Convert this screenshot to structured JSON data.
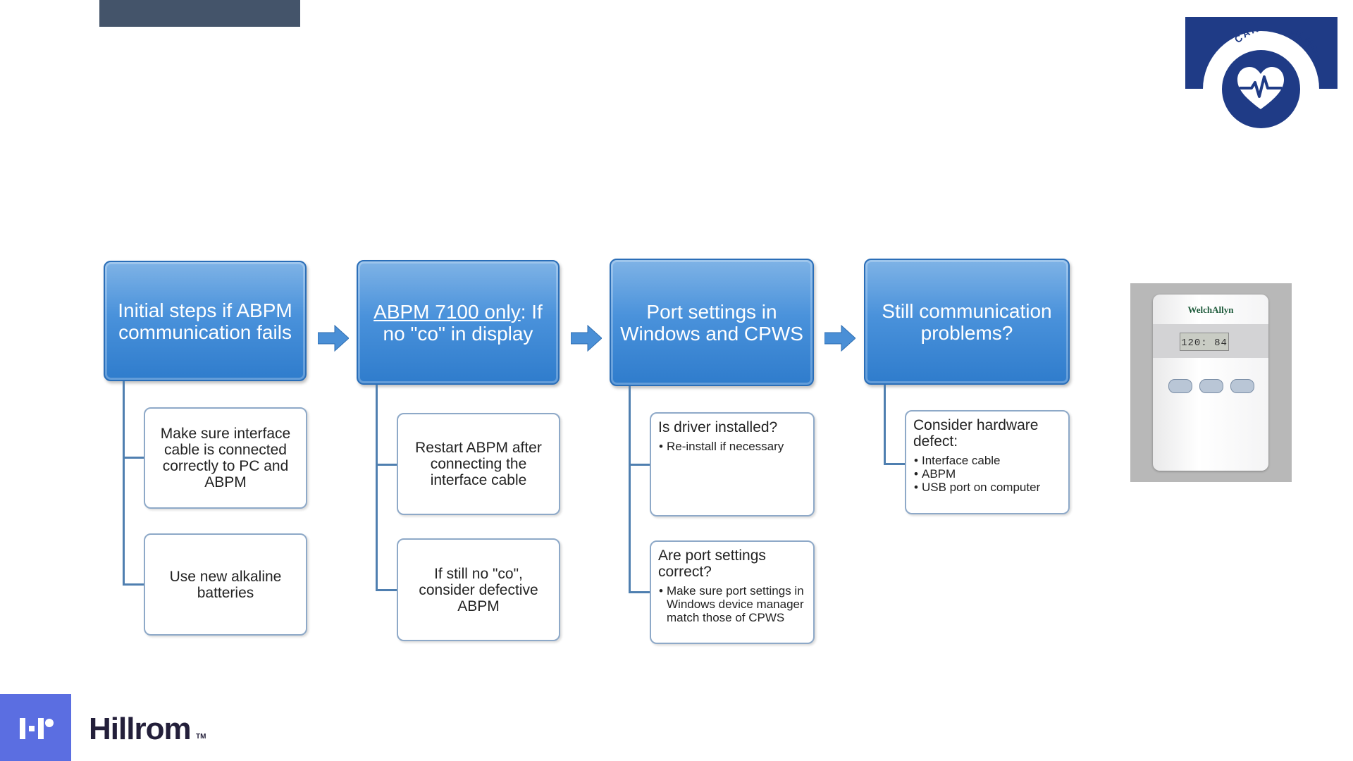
{
  "badge": {
    "text": "CARDIOPULMONARY"
  },
  "flow": [
    {
      "header_parts": [
        "Initial steps if ABPM communication fails"
      ],
      "subs": [
        {
          "text": "Make sure interface cable is connected correctly to PC and ABPM"
        },
        {
          "text": "Use new alkaline batteries"
        }
      ]
    },
    {
      "header_underlined": "ABPM 7100 only",
      "header_rest": ": If no \"co\" in display",
      "subs": [
        {
          "text": "Restart ABPM after connecting the interface cable"
        },
        {
          "text": "If still no \"co\", consider defective ABPM"
        }
      ]
    },
    {
      "header": "Port settings in Windows and CPWS",
      "subs": [
        {
          "title": "Is driver installed?",
          "bullets": [
            "Re-install if necessary"
          ]
        },
        {
          "title": "Are port settings correct?",
          "bullets": [
            "Make sure port settings in Windows device manager match those of CPWS"
          ]
        }
      ]
    },
    {
      "header": "Still communication problems?",
      "subs": [
        {
          "title": "Consider hardware defect:",
          "bullets": [
            "Interface cable",
            "ABPM",
            "USB port on computer"
          ]
        }
      ]
    }
  ],
  "device": {
    "brand": "WelchAllyn",
    "display": "120: 84"
  },
  "footer": {
    "brand": "Hillrom",
    "tm": "TM"
  },
  "colors": {
    "header_blue": "#4a92db",
    "badge_navy": "#1f3b86",
    "hillrom_purple": "#5b6ee1",
    "top_bar": "#44546a"
  }
}
